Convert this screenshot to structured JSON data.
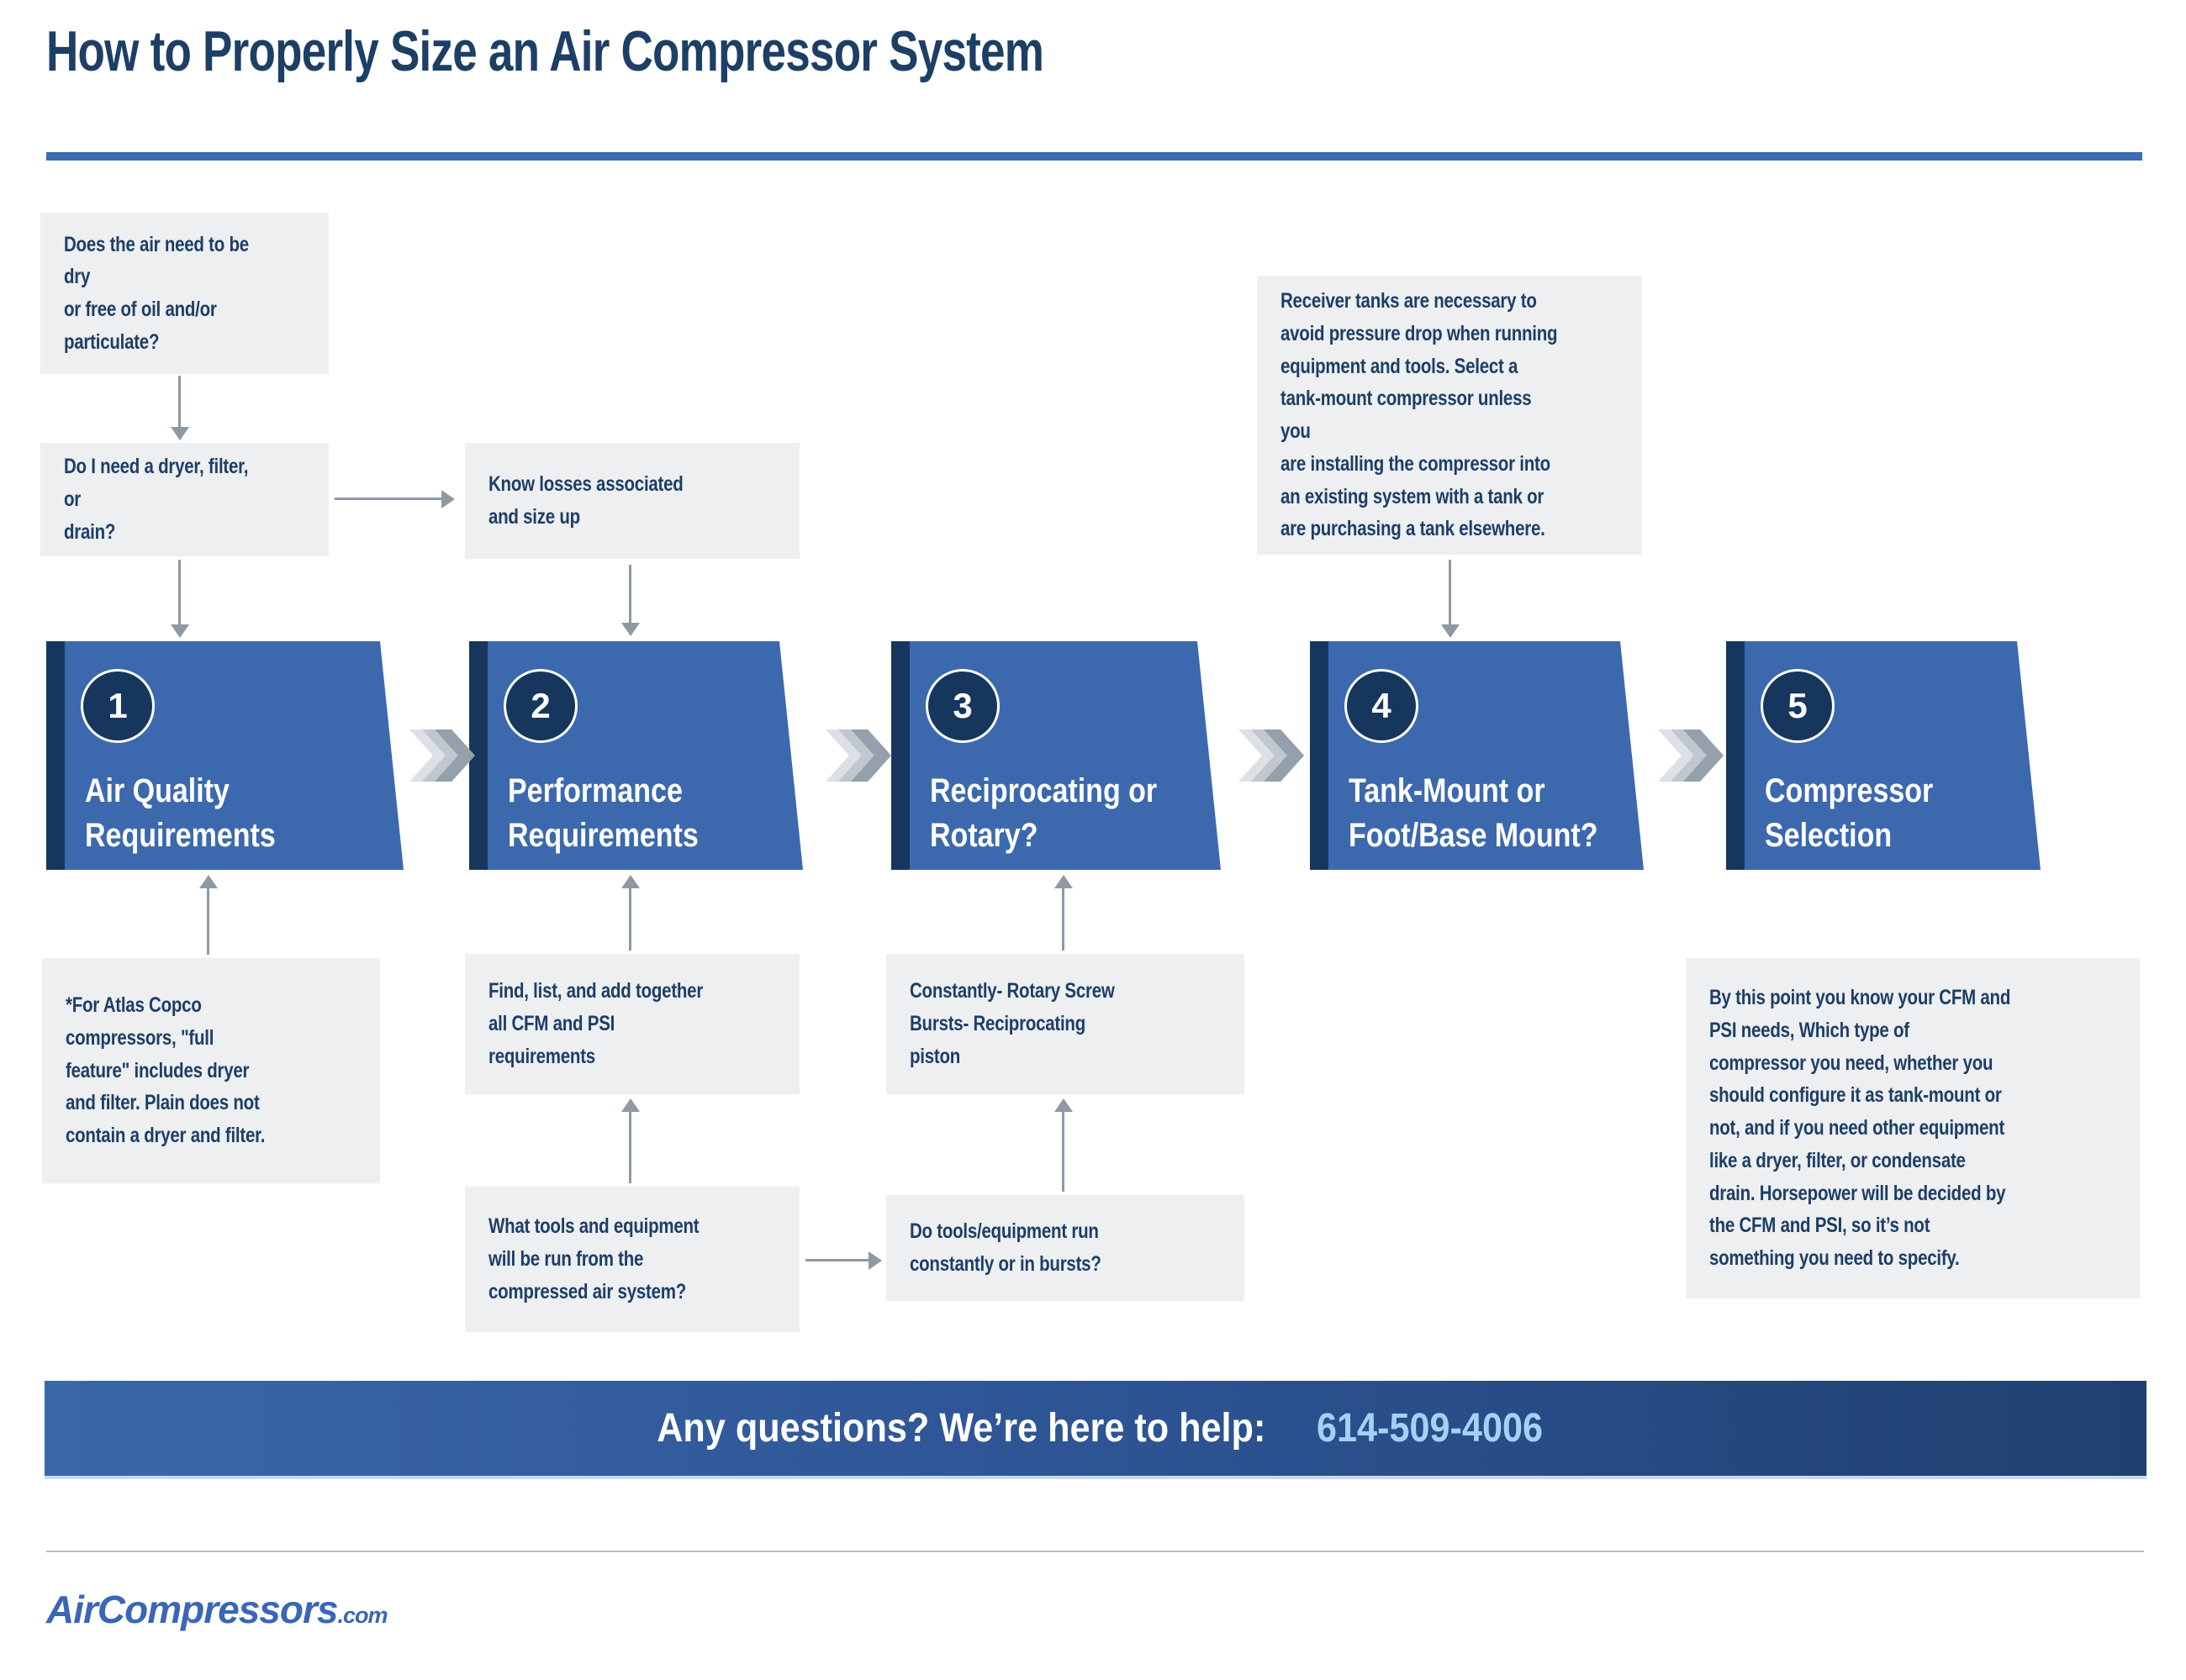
{
  "title": "How to Properly Size an Air Compressor System",
  "steps": [
    {
      "number": "1",
      "label": "Air Quality\nRequirements"
    },
    {
      "number": "2",
      "label": "Performance\nRequirements"
    },
    {
      "number": "3",
      "label": "Reciprocating or\nRotary?"
    },
    {
      "number": "4",
      "label": "Tank-Mount or\nFoot/Base Mount?"
    },
    {
      "number": "5",
      "label": "Compressor\nSelection"
    }
  ],
  "callouts": {
    "air_dry_question": "Does the air need to be dry\nor free of oil and/or\nparticulate?",
    "dryer_filter_question": "Do I need a dryer, filter, or\ndrain?",
    "know_losses": "Know losses associated\nand size up",
    "receiver_tanks": "Receiver tanks are necessary to\navoid pressure drop when running\nequipment and tools. Select a\ntank-mount compressor unless you\nare installing the compressor into\nan existing system with a tank or\nare purchasing a tank elsewhere.",
    "atlas_copco_note": "*For Atlas Copco\ncompressors, \"full\nfeature\" includes dryer\nand filter. Plain does not\ncontain a dryer and filter.",
    "find_list_add": "Find, list, and add together\nall CFM and PSI\nrequirements",
    "what_tools_question": "What tools and equipment\nwill be run from the\ncompressed air system?",
    "constantly_bursts": "Constantly- Rotary Screw\nBursts- Reciprocating\npiston",
    "do_tools_question": "Do tools/equipment run\nconstantly or in bursts?",
    "by_this_point": "By this point you know your CFM and\nPSI needs, Which type of\ncompressor you need, whether you\nshould configure it as tank-mount or\nnot, and if you need other equipment\nlike a dryer, filter, or condensate\ndrain. Horsepower will be decided by\nthe CFM and PSI, so it’s not\nsomething you need to specify."
  },
  "banner": {
    "question_label": "Any questions? We’re here to help:",
    "phone": "614-509-4006"
  },
  "footer": {
    "brand": "AirCompressors",
    "domain_suffix": ".com"
  },
  "colors": {
    "navy_text": "#1d3e66",
    "step_blue": "#3c69ae",
    "step_bar_navy": "#17365d",
    "callout_bg": "#edeff1",
    "arrow_gray": "#8f99a4",
    "chevron_light": "#dde0e4",
    "chevron_mid": "#c0c7cf",
    "chevron_dark": "#94a0ac",
    "title_rule_blue": "#3e6cb3",
    "banner_gradient_start": "#3a67aa",
    "banner_gradient_end": "#1f4070",
    "phone_text": "#a3d3f4",
    "logo_blue": "#3a67b5"
  }
}
